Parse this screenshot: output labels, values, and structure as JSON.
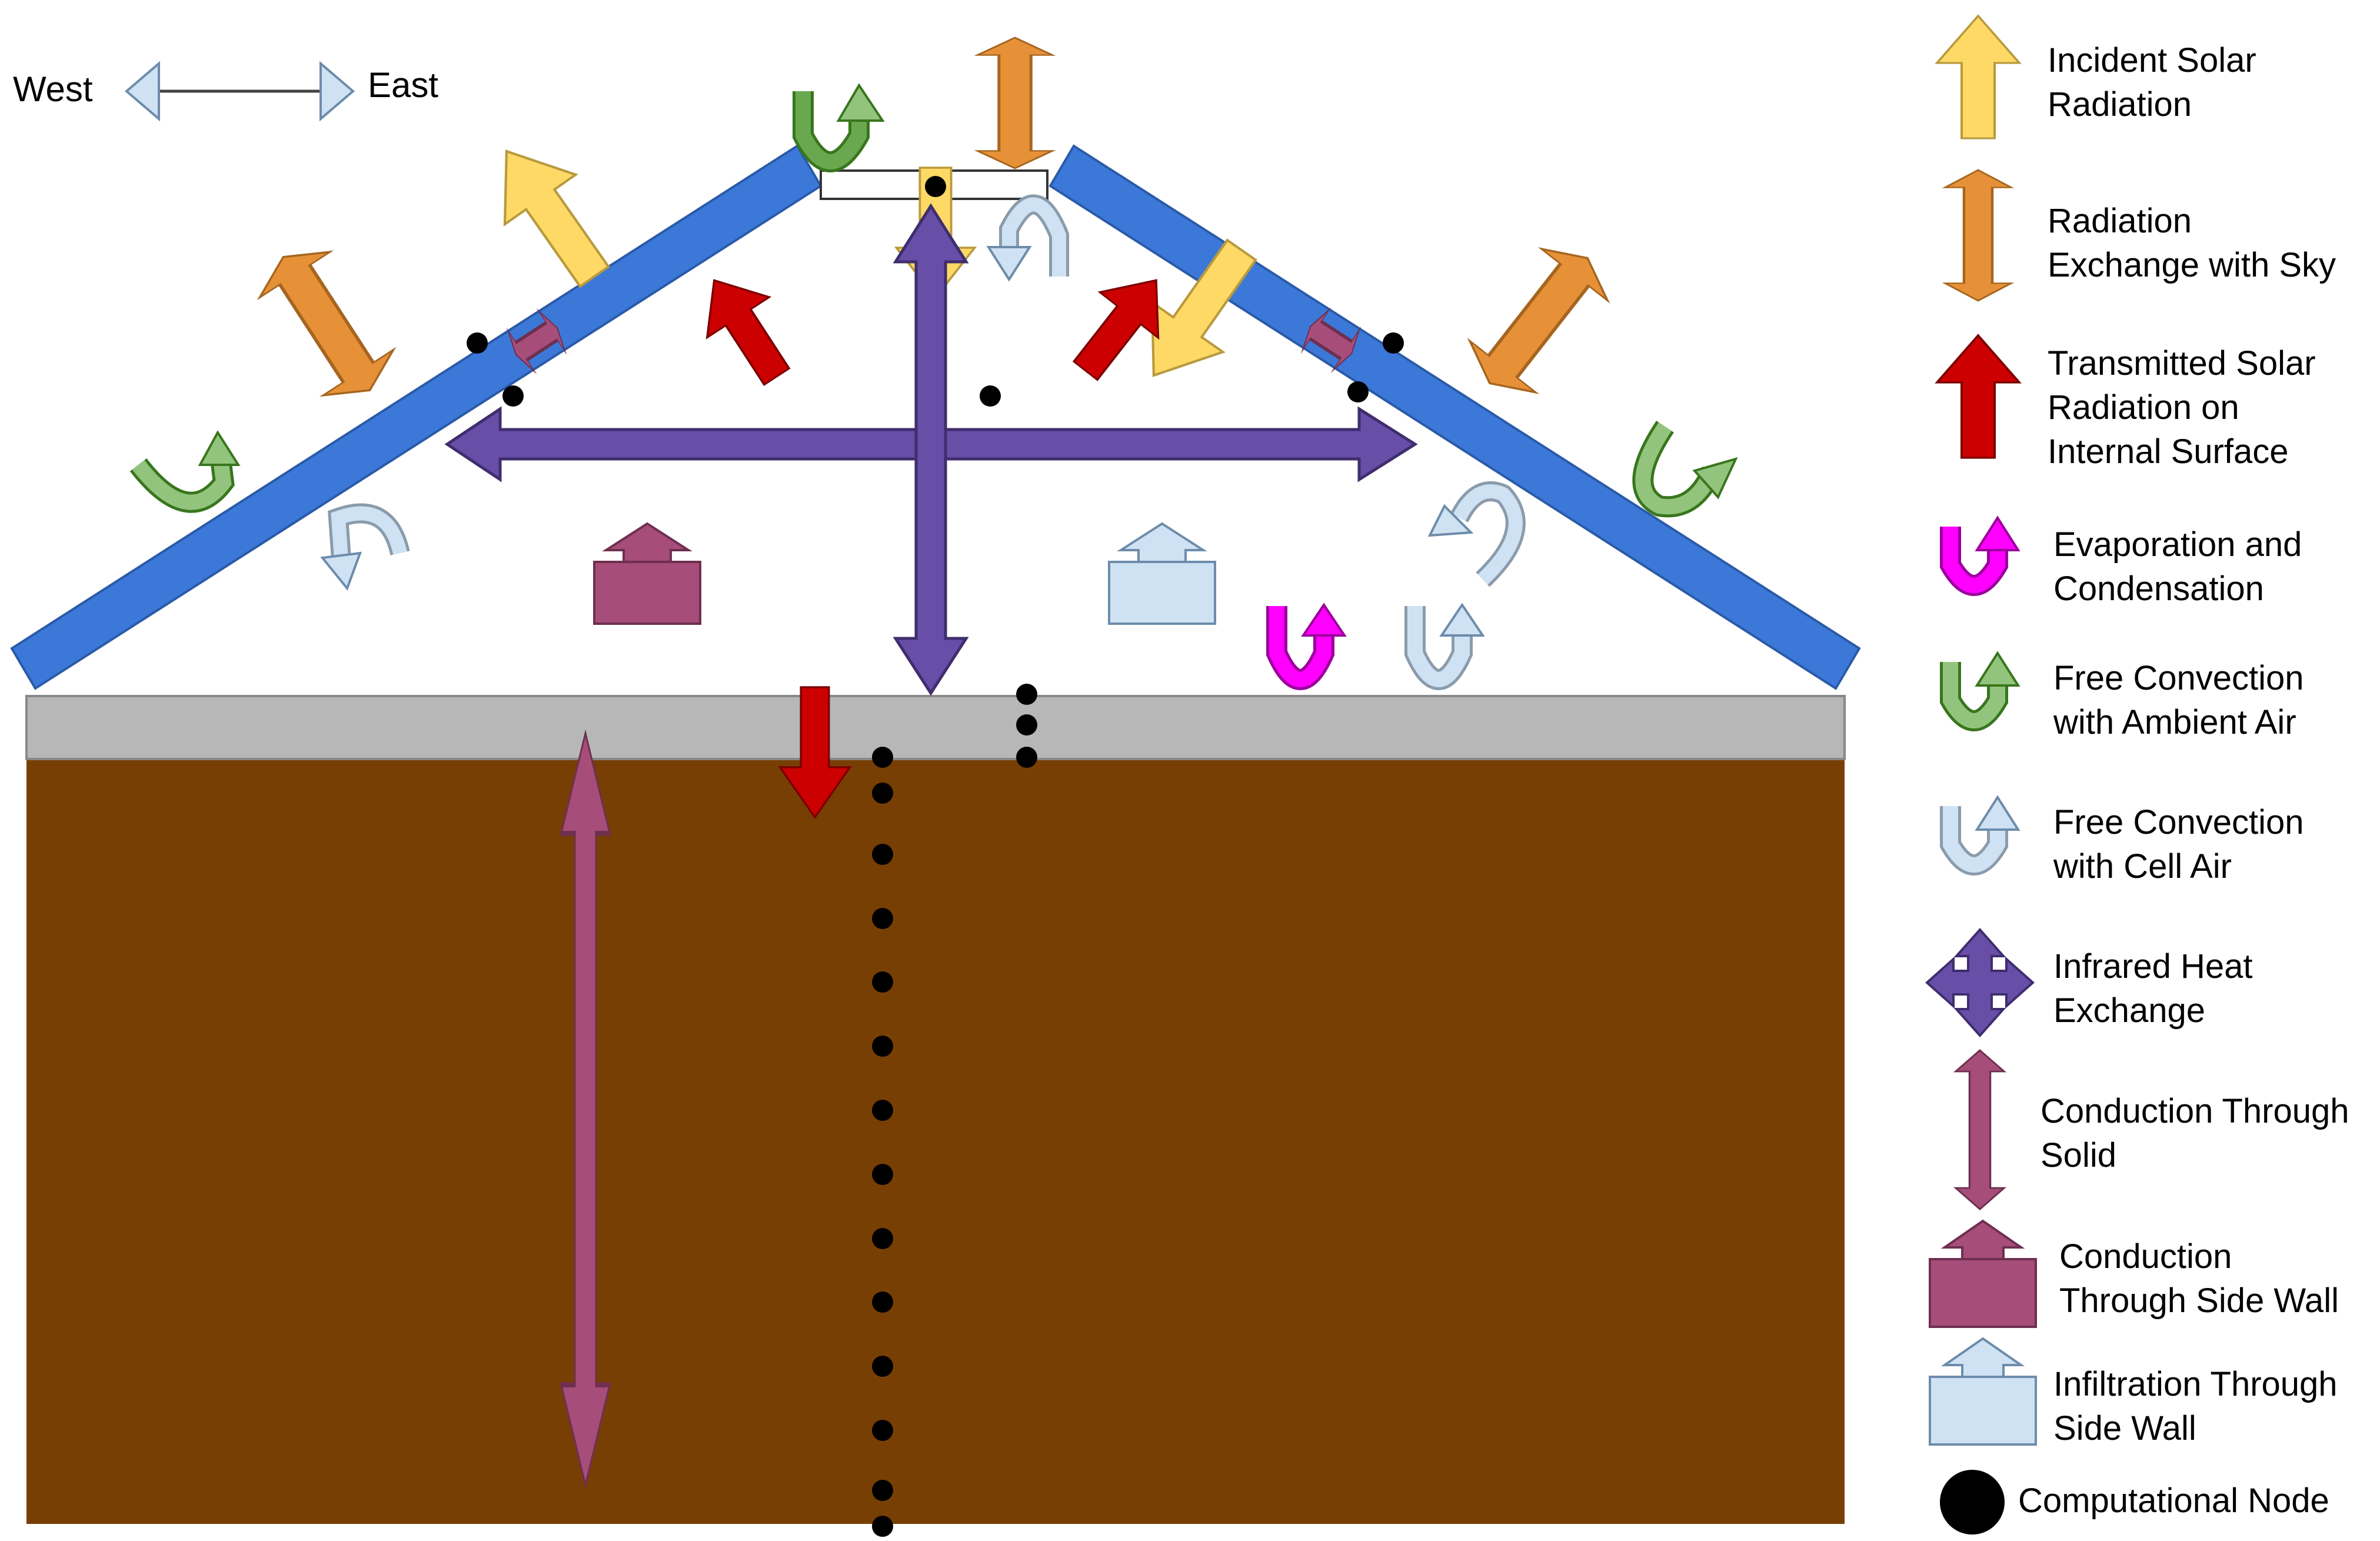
{
  "direction": {
    "west": "West",
    "east": "East"
  },
  "legend": [
    {
      "id": "incident-solar",
      "lines": [
        "Incident Solar",
        "Radiation"
      ],
      "icon": "single-arrow-up",
      "color": "#ffd966"
    },
    {
      "id": "radiation-sky",
      "lines": [
        "Radiation",
        "Exchange with Sky"
      ],
      "icon": "double-arrow-vertical",
      "color": "#e69138"
    },
    {
      "id": "transmitted-solar",
      "lines": [
        "Transmitted Solar",
        "Radiation on",
        "Internal Surface"
      ],
      "icon": "single-arrow-up",
      "color": "#cc0000"
    },
    {
      "id": "evaporation",
      "lines": [
        "Evaporation and",
        "Condensation"
      ],
      "icon": "u-turn-arrow",
      "color": "#ff00ff"
    },
    {
      "id": "free-conv-ambient",
      "lines": [
        "Free Convection",
        "with Ambient Air"
      ],
      "icon": "u-turn-arrow",
      "color": "#6aa84f"
    },
    {
      "id": "free-conv-cell",
      "lines": [
        "Free Convection",
        "with Cell Air"
      ],
      "icon": "u-turn-arrow",
      "color": "#cfe2f3"
    },
    {
      "id": "infrared",
      "lines": [
        "Infrared Heat",
        "Exchange"
      ],
      "icon": "four-way-arrow",
      "color": "#674ea7"
    },
    {
      "id": "conduction-solid",
      "lines": [
        "Conduction Through",
        "Solid"
      ],
      "icon": "double-arrow-vertical",
      "color": "#a64d79"
    },
    {
      "id": "conduction-wall",
      "lines": [
        "Conduction",
        "Through Side Wall"
      ],
      "icon": "block-arrow",
      "color": "#a64d79"
    },
    {
      "id": "infiltration",
      "lines": [
        "Infiltration Through",
        "Side Wall"
      ],
      "icon": "block-arrow",
      "color": "#cfe2f3"
    },
    {
      "id": "node",
      "lines": [
        "Computational Node"
      ],
      "icon": "dot",
      "color": "#000000"
    }
  ],
  "colors": {
    "roof": "#3c78d8",
    "soil": "#783f04",
    "floor": "#b7b7b7",
    "solar": "#ffd966",
    "sky": "#e69138",
    "transmitted": "#cc0000",
    "infrared": "#674ea7",
    "conduction": "#a64d79",
    "cell_air": "#cfe2f3",
    "ambient": "#6aa84f",
    "evaporation": "#ff00ff"
  }
}
